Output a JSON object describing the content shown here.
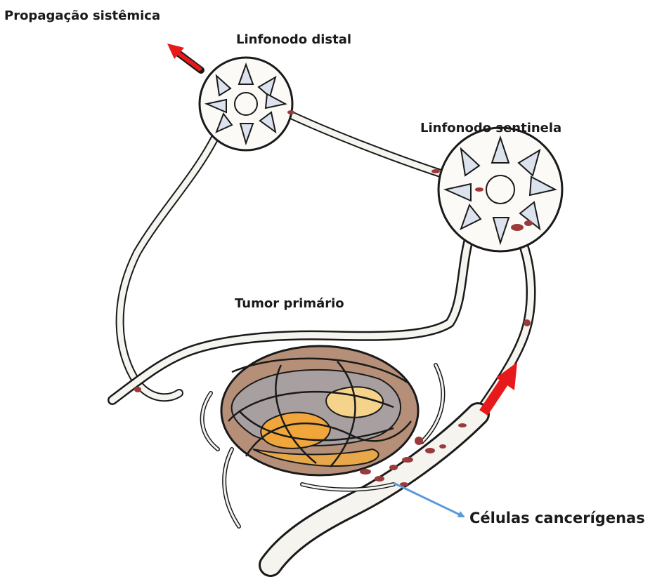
{
  "labels": {
    "systemic_spread": "Propagação sistêmica",
    "distal_node": "Linfonodo distal",
    "sentinel_node": "Linfonodo sentinela",
    "primary_tumor": "Tumor primário",
    "cancer_cells": "Células cancerígenas"
  },
  "colors": {
    "vessel_outline": "#1a1a1a",
    "vessel_fill": "#f6f4ef",
    "node_follicle": "#dde3ee",
    "cancer_cell": "#9b3a3a",
    "arrow_red": "#e8191a",
    "arrow_blue": "#5b9bd5",
    "tumor_tan": "#b58f78",
    "tumor_orange": "#f0a63a",
    "tumor_gray": "#a8a0a0"
  }
}
